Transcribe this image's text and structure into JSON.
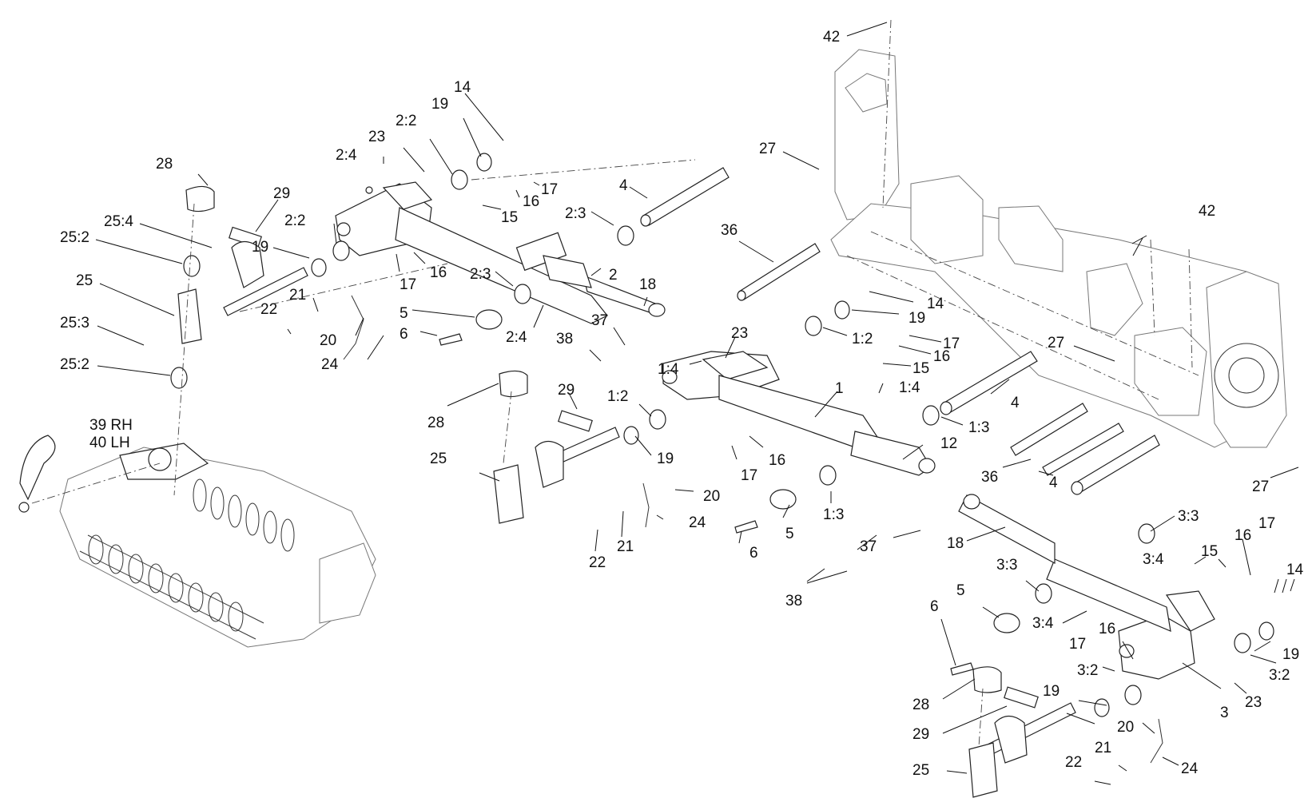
{
  "labels": {
    "l42a": "42",
    "l27a": "27",
    "l28a": "28",
    "l29a": "29",
    "l25_4": "25:4",
    "l25_2a": "25:2",
    "l25a": "25",
    "l25_3": "25:3",
    "l25_2b": "25:2",
    "l39": "39 RH",
    "l40": "40 LH",
    "l2_4a": "2:4",
    "l23a": "23",
    "l2_2a": "2:2",
    "l19a": "19",
    "l14a": "14",
    "l2_2b": "2:2",
    "l19b": "19",
    "l21a": "21",
    "l22a": "22",
    "l20a": "20",
    "l24a": "24",
    "l17a": "17",
    "l16a": "16",
    "l15a": "15",
    "l17b": "17",
    "l16b": "16",
    "l2_3a": "2:3",
    "l2": "2",
    "l5a": "5",
    "l6a": "6",
    "l2_4b": "2:4",
    "l4a": "4",
    "l2_3b": "2:3",
    "l18a": "18",
    "l37a": "37",
    "l38a": "38",
    "l36a": "36",
    "l14b": "14",
    "l19c": "19",
    "l1_2a": "1:2",
    "l17c": "17",
    "l16c": "16",
    "l15b": "15",
    "l23b": "23",
    "l1_4a": "1:4",
    "l1_4b": "1:4",
    "l1": "1",
    "l4b": "4",
    "l1_3a": "1:3",
    "l28b": "28",
    "l29b": "29",
    "l1_2b": "1:2",
    "l19d": "19",
    "l16d": "16",
    "l17d": "17",
    "l25b": "25",
    "l12": "12",
    "l20b": "20",
    "l24b": "24",
    "l22b": "22",
    "l21b": "21",
    "l5b": "5",
    "l6b": "6",
    "l1_3b": "1:3",
    "l36b": "36",
    "l4c": "4",
    "l42b": "42",
    "l27b": "27",
    "l27c": "27",
    "l37b": "37",
    "l18b": "18",
    "l38b": "38",
    "l3_3a": "3:3",
    "l3_4a": "3:4",
    "l15c": "15",
    "l16e": "16",
    "l17e": "17",
    "l14c": "14",
    "l3_3b": "3:3",
    "l5c": "5",
    "l6c": "6",
    "l3_4b": "3:4",
    "l16f": "16",
    "l17f": "17",
    "l3_2a": "3:2",
    "l19e": "19",
    "l3_2b": "3:2",
    "l23c": "23",
    "l3": "3",
    "l28c": "28",
    "l19f": "19",
    "l29c": "29",
    "l20c": "20",
    "l25c": "25",
    "l22c": "22",
    "l21c": "21",
    "l24c": "24"
  }
}
